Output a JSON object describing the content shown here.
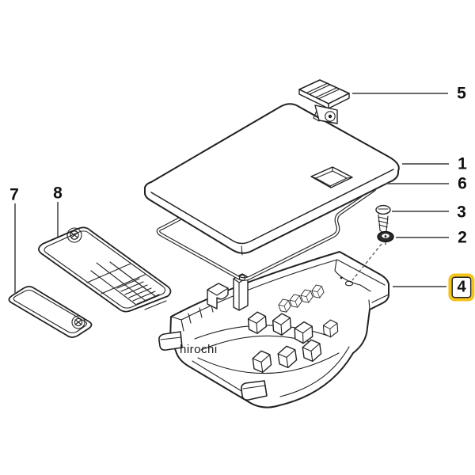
{
  "diagram": {
    "type": "exploded-parts-diagram",
    "highlight": {
      "selected_part": "4",
      "color": "#F5C41B"
    }
  },
  "watermark": {
    "text": "hirochi"
  },
  "callouts": [
    {
      "label": "1",
      "highlighted": false
    },
    {
      "label": "2",
      "highlighted": false
    },
    {
      "label": "3",
      "highlighted": false
    },
    {
      "label": "4",
      "highlighted": true
    },
    {
      "label": "5",
      "highlighted": false
    },
    {
      "label": "6",
      "highlighted": false
    },
    {
      "label": "7",
      "highlighted": false
    },
    {
      "label": "8",
      "highlighted": false
    }
  ]
}
